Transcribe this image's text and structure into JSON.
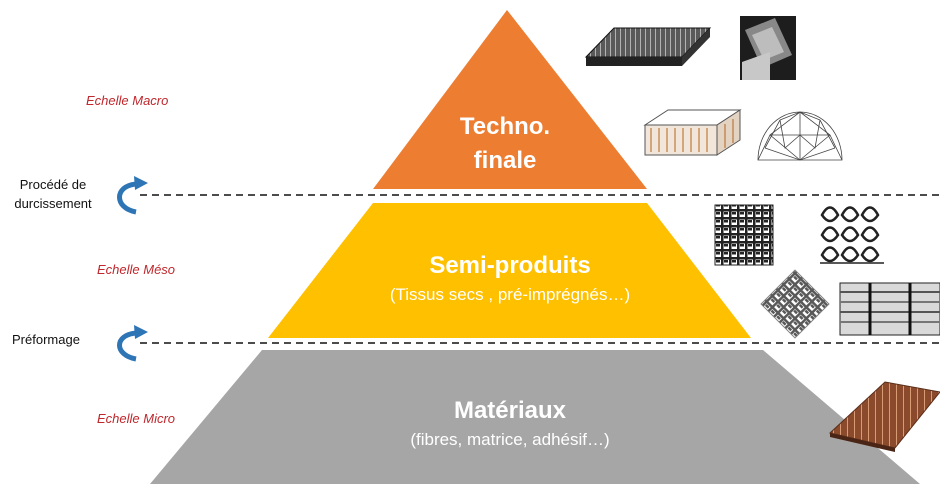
{
  "colors": {
    "top": "#ed7d31",
    "middle": "#ffc000",
    "bottom": "#a6a6a6",
    "scale_label": "#c0282d",
    "arrow": "#2e75b6"
  },
  "scales": {
    "macro": "Echelle Macro",
    "meso": "Echelle Méso",
    "micro": "Echelle Micro"
  },
  "processes": {
    "hardening_line1": "Procédé de",
    "hardening_line2": "durcissement",
    "preforming": "Préformage"
  },
  "tiers": {
    "top_line1": "Techno.",
    "top_line2": "finale",
    "middle_title": "Semi-produits",
    "middle_sub": "(Tissus secs , pré-imprégnés…)",
    "bottom_title": "Matériaux",
    "bottom_sub": "(fibres, matrice, adhésif…)"
  },
  "icons": [
    "composite-panel-icon",
    "tube-section-icon",
    "honeycomb-sandwich-icon",
    "geodesic-dome-icon",
    "woven-fabric-icon",
    "knitted-fabric-icon",
    "braided-fabric-icon",
    "prepreg-bundle-icon",
    "fiber-sheet-icon",
    "curved-arrow-icon"
  ]
}
